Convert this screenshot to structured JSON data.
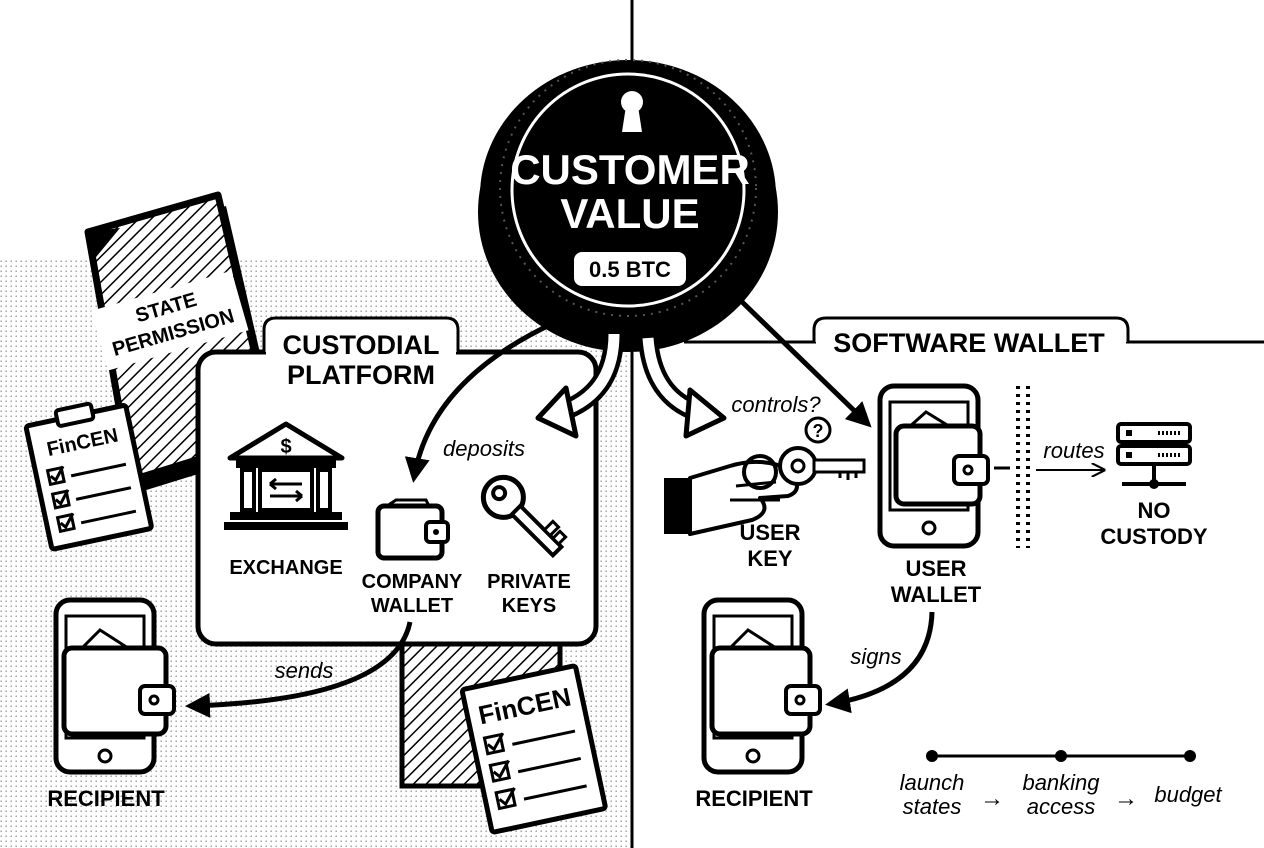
{
  "coin": {
    "title_line1": "CUSTOMER",
    "title_line2": "VALUE",
    "amount": "0.5 BTC",
    "icon": "keyhole-icon"
  },
  "state_permission": {
    "line1": "STATE",
    "line2": "PERMISSION"
  },
  "fincen_small": {
    "label": "FinCEN"
  },
  "fincen_large": {
    "label": "FinCEN"
  },
  "custodial": {
    "title_line1": "CUSTODIAL",
    "title_line2": "PLATFORM",
    "exchange_label": "EXCHANGE",
    "company_wallet_line1": "COMPANY",
    "company_wallet_line2": "WALLET",
    "private_keys_line1": "PRIVATE",
    "private_keys_line2": "KEYS",
    "deposits_label": "deposits",
    "sends_label": "sends",
    "recipient_label": "RECIPIENT"
  },
  "software": {
    "title": "SOFTWARE WALLET",
    "controls_label": "controls?",
    "question_mark": "?",
    "user_key_line1": "USER",
    "user_key_line2": "KEY",
    "user_wallet_line1": "USER",
    "user_wallet_line2": "WALLET",
    "routes_label": "routes",
    "no_custody_line1": "NO",
    "no_custody_line2": "CUSTODY",
    "signs_label": "signs",
    "recipient_label": "RECIPIENT"
  },
  "timeline": {
    "steps": [
      {
        "line1": "launch",
        "line2": "states"
      },
      {
        "line1": "banking",
        "line2": "access"
      },
      {
        "line1": "budget",
        "line2": ""
      }
    ],
    "arrow_glyph": "→"
  }
}
